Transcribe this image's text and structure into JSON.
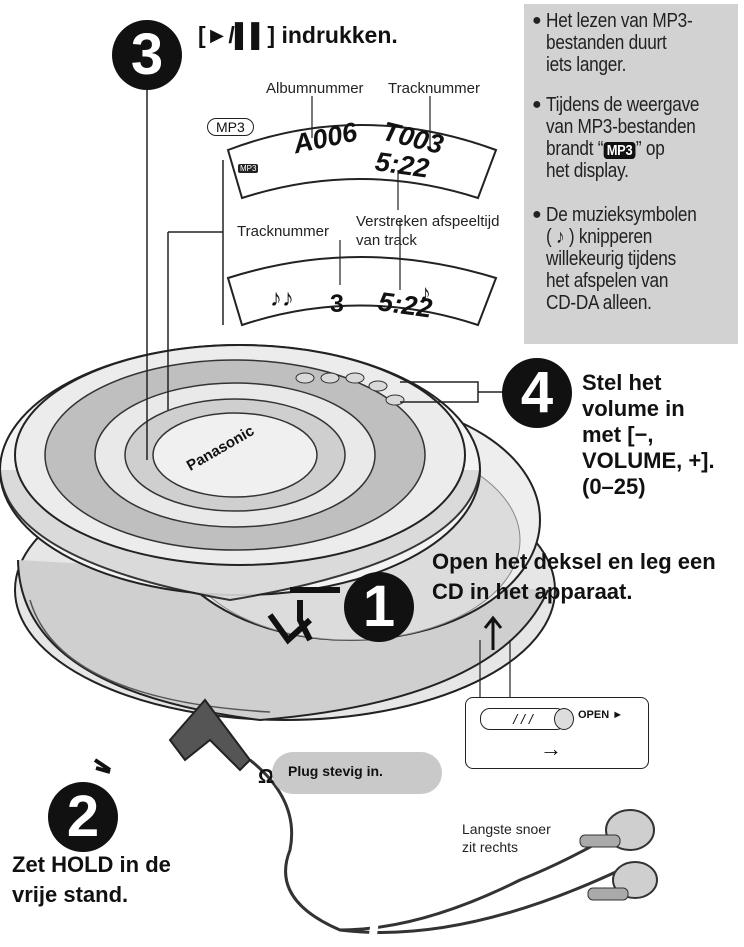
{
  "step3": {
    "number": "3",
    "instruction": "[►/▌▌] indrukken."
  },
  "display1": {
    "label_album": "Albumnummer",
    "label_track": "Tracknummer",
    "mp3_tag": "MP3",
    "mp3_mini_badge": "MP3",
    "album_value": "A006",
    "track_value": "T003",
    "time_value": "5:22"
  },
  "display2": {
    "label_track": "Tracknummer",
    "label_elapsed_line1": "Verstreken afspeeltijd",
    "label_elapsed_line2": "van track",
    "notes": "♪♪",
    "track_value": "3",
    "time_value": "5:22",
    "note_after": "♪"
  },
  "notes_box": {
    "items": [
      {
        "bullet": "●",
        "lines": [
          "Het lezen van MP3-",
          "bestanden duurt",
          "iets langer."
        ]
      },
      {
        "bullet": "●",
        "lines": [
          "Tijdens de weergave",
          "van MP3-bestanden",
          "brandt “",
          "” op",
          "het display."
        ],
        "badge": "MP3"
      },
      {
        "bullet": "●",
        "lines": [
          "De muzieksymbolen",
          "( ♪ ) knipperen",
          "willekeurig tijdens",
          "het afspelen van",
          "CD-DA alleen."
        ]
      }
    ]
  },
  "step4": {
    "number": "4",
    "lines": [
      "Stel het",
      "volume in",
      "met [−,",
      "VOLUME, +].",
      "(0–25)"
    ]
  },
  "step1": {
    "number": "1",
    "lines": [
      "Open het deksel en leg een",
      "CD in het apparaat."
    ]
  },
  "step2": {
    "number": "2",
    "lines": [
      "Zet HOLD in de",
      "vrije stand."
    ]
  },
  "brand": "Panasonic",
  "open_switch": {
    "label": "OPEN ►"
  },
  "plug_label": "Plug stevig in.",
  "cord_label": [
    "Langste snoer",
    "zit rechts"
  ],
  "headphone_symbol": "Ω"
}
